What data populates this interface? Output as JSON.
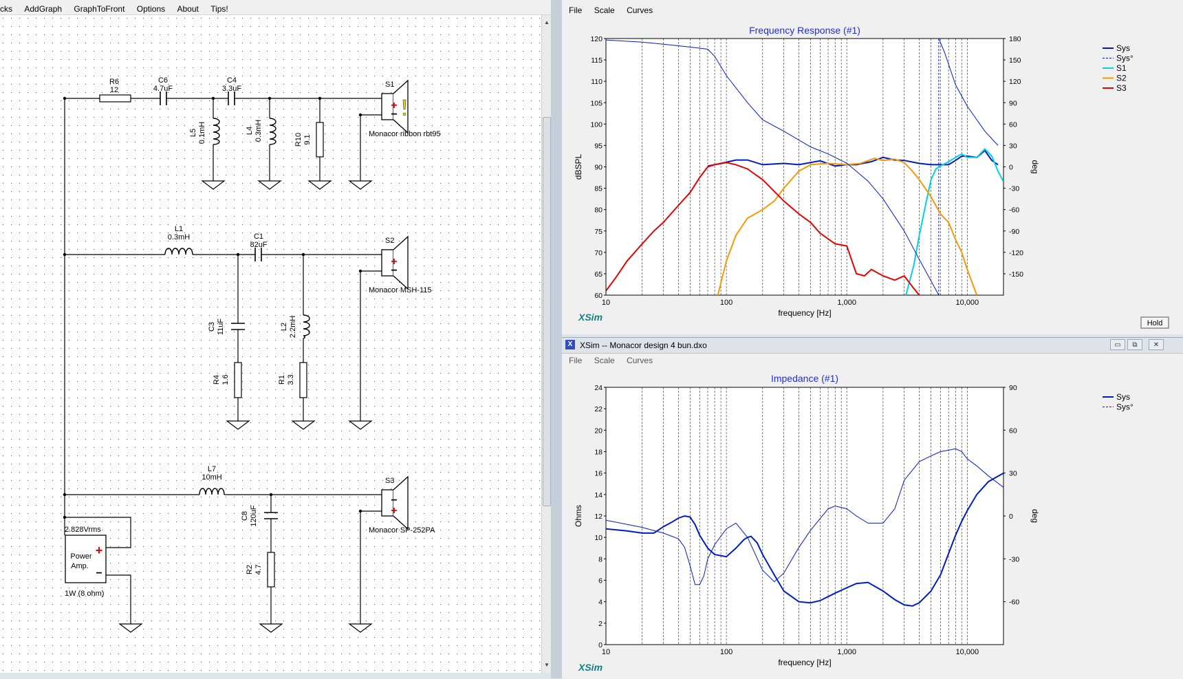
{
  "left_menu": [
    "cks",
    "AddGraph",
    "GraphToFront",
    "Options",
    "About",
    "Tips!"
  ],
  "right_menu": [
    "File",
    "Scale",
    "Curves"
  ],
  "schematic": {
    "r6": {
      "name": "R6",
      "value": "12"
    },
    "c6": {
      "name": "C6",
      "value": "4.7uF"
    },
    "c4": {
      "name": "C4",
      "value": "3.3uF"
    },
    "l5": {
      "name": "L5",
      "value": "0.1mH"
    },
    "l4": {
      "name": "L4",
      "value": "0.3mH"
    },
    "r10": {
      "name": "R10",
      "value": "9.1"
    },
    "s1": {
      "name": "S1",
      "driver": "Monacor ribbon rbt95"
    },
    "l1": {
      "name": "L1",
      "value": "0.3mH"
    },
    "c1": {
      "name": "C1",
      "value": "82uF"
    },
    "s2": {
      "name": "S2",
      "driver": "Monacor MSH-115"
    },
    "c3": {
      "name": "C3",
      "value": "11uF"
    },
    "l2": {
      "name": "L2",
      "value": "2.2mH"
    },
    "r4": {
      "name": "R4",
      "value": "1.6"
    },
    "r1": {
      "name": "R1",
      "value": "3.3"
    },
    "l7": {
      "name": "L7",
      "value": "10mH"
    },
    "s3": {
      "name": "S3",
      "driver": "Monacor SP-252PA"
    },
    "c8": {
      "name": "C8",
      "value": "120uF"
    },
    "r2": {
      "name": "R2",
      "value": "4.7"
    },
    "amp": {
      "voltage": "2.828Vrms",
      "label1": "Power",
      "label2": "Amp.",
      "power": "1W (8 ohm)"
    }
  },
  "fr_window": {
    "hold_label": "Hold",
    "logo": "XSim"
  },
  "imp_window": {
    "title": "XSim -- Monacor design 4 bun.dxo",
    "min": "▭",
    "restore": "⧉",
    "close": "✕",
    "logo": "XSim"
  },
  "charts": [
    {
      "type": "line",
      "title": "Frequency Response (#1)",
      "xlabel": "frequency [Hz]",
      "ylabel": "dBSPL",
      "y2label": "deg",
      "xscale": "log",
      "xlim": [
        10,
        20000
      ],
      "ylim": [
        60,
        120
      ],
      "y2lim": [
        -180,
        180
      ],
      "x_ticks": [
        "10",
        "100",
        "1,000",
        "10,000"
      ],
      "y_ticks": [
        "60",
        "65",
        "70",
        "75",
        "80",
        "85",
        "90",
        "95",
        "100",
        "105",
        "110",
        "115",
        "120"
      ],
      "y2_ticks": [
        "-150",
        "-120",
        "-90",
        "-60",
        "-30",
        "0",
        "30",
        "60",
        "90",
        "120",
        "150",
        "180"
      ],
      "legend": {
        "placement": "top-right",
        "entries": [
          "Sys",
          "Sys°",
          "S1",
          "S2",
          "S3"
        ]
      },
      "series": [
        {
          "name": "Sys",
          "color": "#0019c8",
          "width": 2,
          "axis": "left",
          "x": [
            70,
            90,
            120,
            150,
            200,
            300,
            400,
            600,
            800,
            1000,
            1200,
            1600,
            2000,
            2500,
            3000,
            4000,
            5000,
            6000,
            7000,
            8000,
            9000,
            10000,
            12000,
            14000,
            16000,
            18000
          ],
          "y": [
            90.2,
            90.8,
            91.6,
            91.6,
            90.5,
            90.8,
            90.5,
            91.4,
            90.2,
            90.5,
            90.5,
            91.2,
            92.2,
            91.6,
            91.5,
            90.8,
            90.5,
            90.5,
            90.5,
            91.5,
            92.5,
            92.5,
            92.2,
            93.8,
            91.5,
            90.5
          ]
        },
        {
          "name": "S1",
          "color": "#00d2e6",
          "width": 2,
          "axis": "left",
          "x": [
            3100,
            3600,
            4000,
            4500,
            5000,
            5500,
            6000,
            7000,
            8000,
            9000,
            10000,
            12000,
            14000,
            16000,
            18000,
            20000
          ],
          "y": [
            60,
            67,
            74,
            81,
            87,
            89.5,
            90.2,
            91.2,
            92.2,
            93.0,
            92.2,
            92.2,
            94.2,
            92.5,
            89,
            86.5
          ]
        },
        {
          "name": "S2",
          "color": "#f59a00",
          "width": 2,
          "axis": "left",
          "x": [
            85,
            100,
            120,
            150,
            200,
            250,
            300,
            400,
            500,
            700,
            1000,
            1300,
            1700,
            2000,
            2500,
            3000,
            3500,
            4000,
            5000,
            6000,
            7000,
            8000,
            9000,
            10000,
            12000
          ],
          "y": [
            60,
            68,
            74,
            78,
            80,
            82,
            85,
            89,
            90.5,
            90.8,
            90.5,
            90.8,
            92,
            91.5,
            91.8,
            91,
            89,
            87,
            83,
            79,
            77,
            73,
            70,
            66,
            60
          ]
        },
        {
          "name": "S3",
          "color": "#e60000",
          "width": 2,
          "axis": "left",
          "x": [
            10,
            12,
            15,
            20,
            25,
            30,
            40,
            50,
            60,
            70,
            80,
            100,
            120,
            150,
            200,
            300,
            400,
            500,
            600,
            800,
            1000,
            1200,
            1400,
            1600,
            2000,
            2500,
            3000,
            3500,
            4000
          ],
          "y": [
            61,
            64,
            68,
            72,
            75,
            77,
            81,
            84,
            87.5,
            90,
            90.5,
            91,
            90.5,
            89.5,
            87,
            82,
            79,
            77,
            74.5,
            72,
            71.5,
            65,
            64.5,
            66,
            64.5,
            63.5,
            64.5,
            62,
            60
          ]
        },
        {
          "name": "Sys°",
          "color": "#0019c8",
          "width": 1,
          "axis": "right",
          "x": [
            10,
            20,
            30,
            50,
            70,
            80,
            100,
            150,
            200,
            300,
            500,
            700,
            1000,
            1500,
            2000,
            3000,
            4000,
            5000,
            5800,
            5800,
            6500,
            8000,
            10000,
            14000,
            18000
          ],
          "y": [
            178,
            175,
            172,
            168,
            165,
            155,
            128,
            90,
            66,
            50,
            28,
            18,
            5,
            -20,
            -45,
            -90,
            -130,
            -160,
            -180,
            180,
            160,
            115,
            85,
            50,
            30
          ]
        }
      ],
      "markers_x": [
        5800
      ]
    },
    {
      "type": "line",
      "title": "Impedance (#1)",
      "xlabel": "frequency [Hz]",
      "ylabel": "Ohms",
      "y2label": "deg",
      "xscale": "log",
      "xlim": [
        10,
        20000
      ],
      "ylim": [
        0,
        24
      ],
      "y2lim": [
        -90,
        90
      ],
      "x_ticks": [
        "10",
        "100",
        "1,000",
        "10,000"
      ],
      "y_ticks": [
        "0",
        "2",
        "4",
        "6",
        "8",
        "10",
        "12",
        "14",
        "16",
        "18",
        "20",
        "22",
        "24"
      ],
      "y2_ticks": [
        "-60",
        "-30",
        "0",
        "30",
        "60",
        "90"
      ],
      "legend": {
        "placement": "top-right",
        "entries": [
          "Sys",
          "Sys°"
        ]
      },
      "series": [
        {
          "name": "Sys",
          "color": "#0019c8",
          "width": 2,
          "axis": "left",
          "x": [
            10,
            15,
            20,
            25,
            30,
            35,
            40,
            45,
            50,
            55,
            60,
            70,
            80,
            100,
            120,
            140,
            150,
            160,
            180,
            200,
            250,
            300,
            400,
            500,
            600,
            800,
            1000,
            1200,
            1500,
            2000,
            2500,
            3000,
            3500,
            4000,
            5000,
            6000,
            7000,
            8000,
            9000,
            10000,
            12000,
            15000,
            20000
          ],
          "y": [
            10.8,
            10.6,
            10.4,
            10.4,
            11.0,
            11.4,
            11.8,
            12.0,
            11.9,
            11.2,
            10.2,
            9.0,
            8.4,
            8.2,
            9.0,
            9.8,
            10.0,
            10.1,
            9.5,
            8.4,
            6.5,
            5.0,
            4.0,
            3.9,
            4.1,
            4.8,
            5.3,
            5.7,
            5.8,
            5.0,
            4.2,
            3.7,
            3.6,
            3.9,
            5.0,
            6.5,
            8.5,
            10.2,
            11.5,
            12.5,
            14.0,
            15.2,
            16.0
          ]
        },
        {
          "name": "Sys°",
          "color": "#0019c8",
          "width": 1,
          "axis": "right",
          "x": [
            10,
            20,
            30,
            40,
            45,
            50,
            55,
            60,
            65,
            70,
            80,
            100,
            120,
            150,
            200,
            250,
            300,
            400,
            500,
            700,
            800,
            1000,
            1200,
            1500,
            2000,
            2500,
            3000,
            4000,
            5000,
            6000,
            7000,
            8000,
            9000,
            10000,
            12000,
            15000,
            20000
          ],
          "y": [
            -3,
            -8,
            -12,
            -16,
            -22,
            -35,
            -48,
            -48,
            -42,
            -30,
            -20,
            -9,
            -5,
            -15,
            -38,
            -46,
            -40,
            -22,
            -10,
            5,
            7,
            5,
            0,
            -5,
            -5,
            5,
            25,
            38,
            42,
            45,
            46,
            47,
            45,
            40,
            35,
            28,
            20
          ]
        }
      ],
      "markers_x": []
    }
  ]
}
